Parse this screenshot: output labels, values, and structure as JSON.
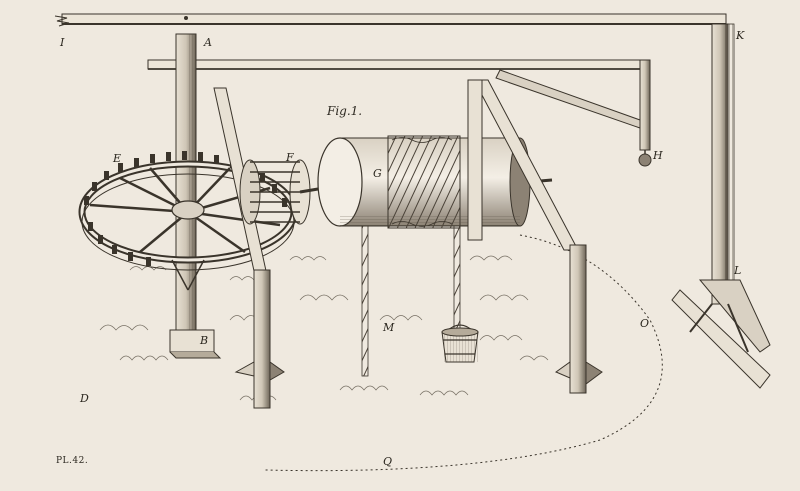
{
  "figure": {
    "title": "Fig.1.",
    "plate_number": "PL.42."
  },
  "labels": {
    "I": "I",
    "A": "A",
    "K": "K",
    "E": "E",
    "F": "F",
    "G": "G",
    "H": "H",
    "L": "L",
    "M": "M",
    "O": "O",
    "B": "B",
    "D": "D",
    "Q": "Q"
  },
  "colors": {
    "paper": "#efe9df",
    "ink": "#3a342b",
    "shade": "#6b6255"
  }
}
